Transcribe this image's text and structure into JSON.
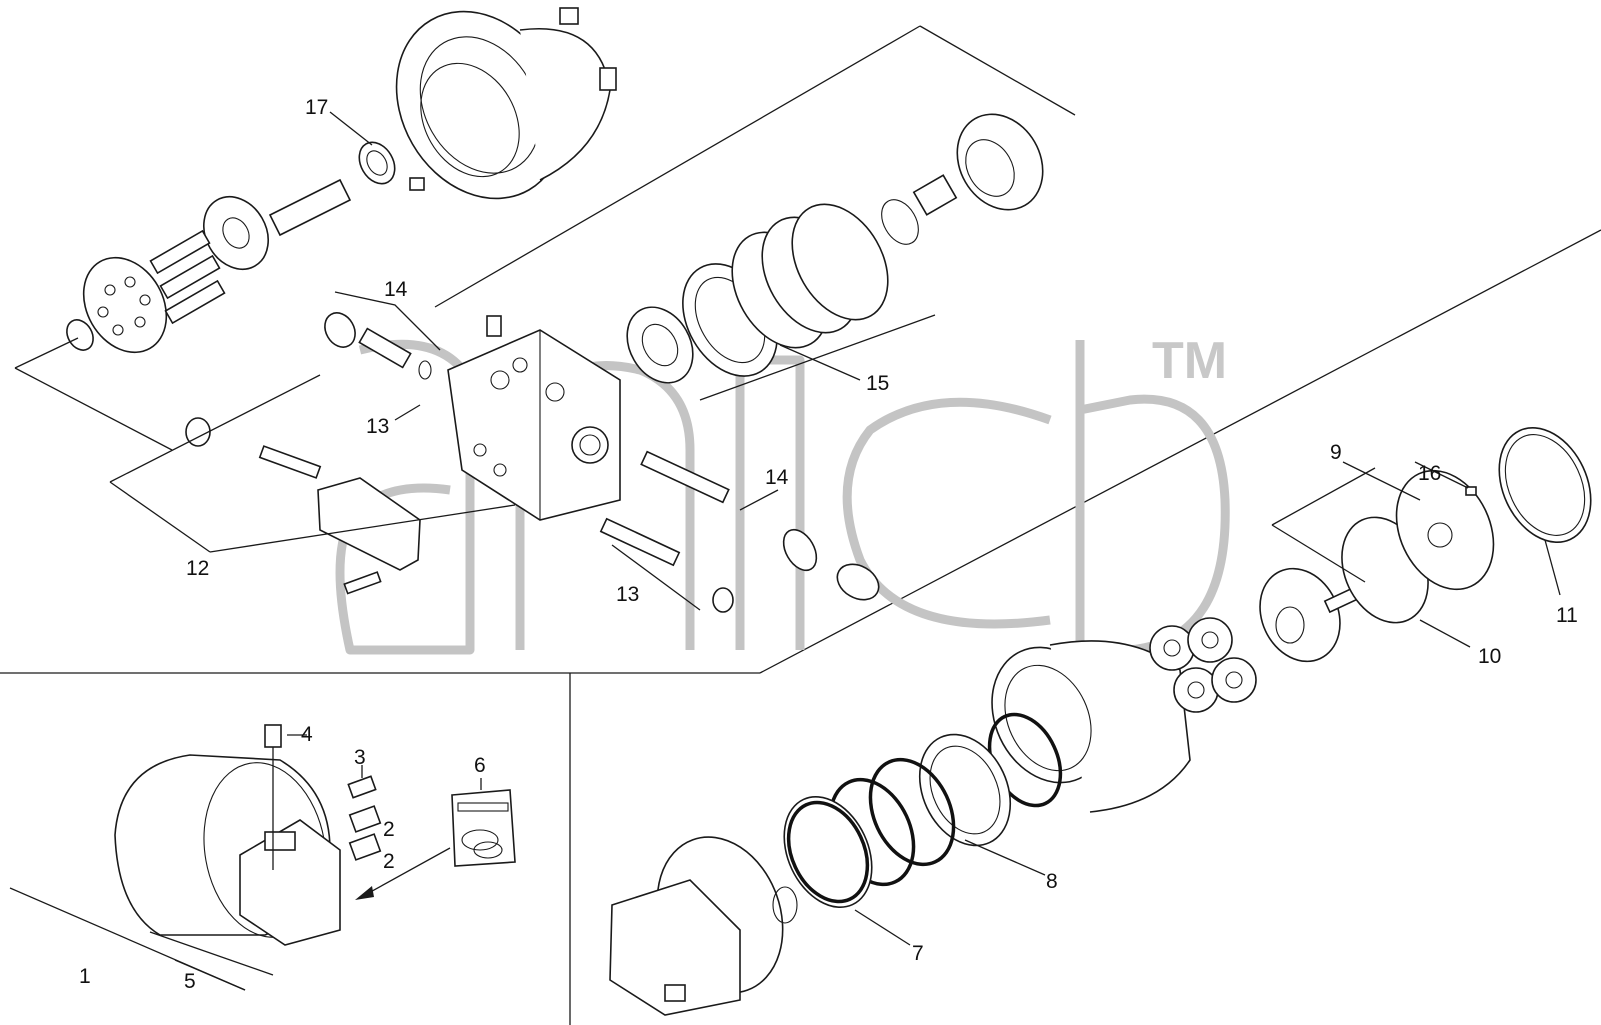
{
  "watermark": {
    "mark": "TM"
  },
  "callouts": [
    {
      "id": "c17",
      "text": "17"
    },
    {
      "id": "c14a",
      "text": "14"
    },
    {
      "id": "c15",
      "text": "15"
    },
    {
      "id": "c13a",
      "text": "13"
    },
    {
      "id": "c14b",
      "text": "14"
    },
    {
      "id": "c12",
      "text": "12"
    },
    {
      "id": "c13b",
      "text": "13"
    },
    {
      "id": "c9",
      "text": "9"
    },
    {
      "id": "c16",
      "text": "16"
    },
    {
      "id": "c11",
      "text": "11"
    },
    {
      "id": "c10",
      "text": "10"
    },
    {
      "id": "c4",
      "text": "4"
    },
    {
      "id": "c3",
      "text": "3"
    },
    {
      "id": "c6",
      "text": "6"
    },
    {
      "id": "c2a",
      "text": "2"
    },
    {
      "id": "c2b",
      "text": "2"
    },
    {
      "id": "c1",
      "text": "1"
    },
    {
      "id": "c5",
      "text": "5"
    },
    {
      "id": "c8",
      "text": "8"
    },
    {
      "id": "c7",
      "text": "7"
    }
  ]
}
